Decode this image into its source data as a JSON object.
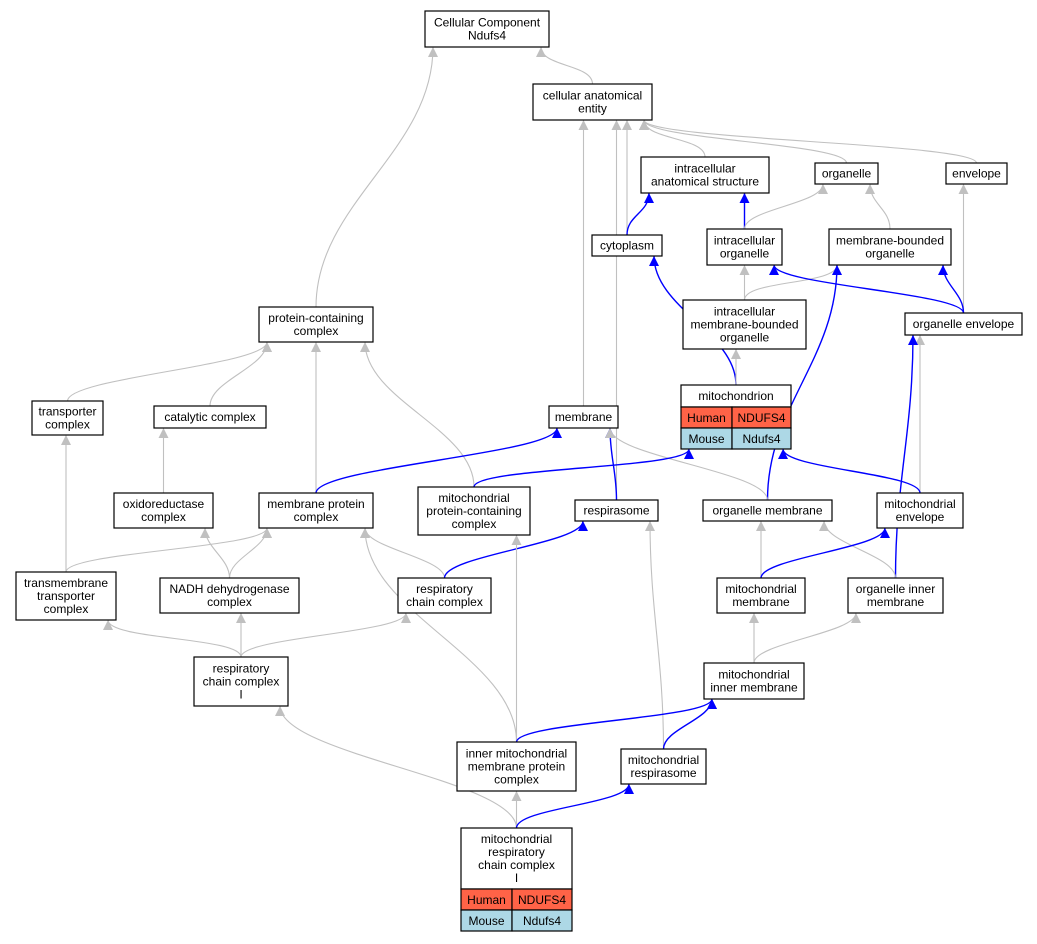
{
  "title": "Cellular Component Ndufs4",
  "colors": {
    "gray_edge": "#c0c0c0",
    "blue_edge": "#0000ff",
    "human": "#ff6347",
    "mouse": "#add8e6"
  },
  "nodes": {
    "root": [
      "Cellular Component",
      "Ndufs4"
    ],
    "cae": [
      "cellular anatomical",
      "entity"
    ],
    "ias": [
      "intracellular",
      "anatomical structure"
    ],
    "organelle": [
      "organelle"
    ],
    "envelope": [
      "envelope"
    ],
    "cytoplasm": [
      "cytoplasm"
    ],
    "ico": [
      "intracellular",
      "organelle"
    ],
    "mbo": [
      "membrane-bounded",
      "organelle"
    ],
    "imbo": [
      "intracellular",
      "membrane-bounded",
      "organelle"
    ],
    "oenv": [
      "organelle envelope"
    ],
    "pcc": [
      "protein-containing",
      "complex"
    ],
    "transporter": [
      "transporter",
      "complex"
    ],
    "catalytic": [
      "catalytic complex"
    ],
    "membrane": [
      "membrane"
    ],
    "mito": [
      "mitochondrion"
    ],
    "oxidored": [
      "oxidoreductase",
      "complex"
    ],
    "mpc": [
      "membrane protein",
      "complex"
    ],
    "mpcc": [
      "mitochondrial",
      "protein-containing",
      "complex"
    ],
    "respirasome": [
      "respirasome"
    ],
    "omem": [
      "organelle membrane"
    ],
    "menv": [
      "mitochondrial",
      "envelope"
    ],
    "tmtc": [
      "transmembrane",
      "transporter",
      "complex"
    ],
    "nadh": [
      "NADH dehydrogenase",
      "complex"
    ],
    "rcc": [
      "respiratory",
      "chain complex"
    ],
    "mmem": [
      "mitochondrial",
      "membrane"
    ],
    "oim": [
      "organelle inner",
      "membrane"
    ],
    "rcc1": [
      "respiratory",
      "chain complex",
      "I"
    ],
    "mim": [
      "mitochondrial",
      "inner membrane"
    ],
    "impc": [
      "inner mitochondrial",
      "membrane protein",
      "complex"
    ],
    "mresp": [
      "mitochondrial",
      "respirasome"
    ],
    "mrcc1": [
      "mitochondrial",
      "respiratory",
      "chain complex",
      "I"
    ]
  },
  "gene_tables": {
    "mito": {
      "rows": [
        {
          "species": "Human",
          "gene": "NDUFS4"
        },
        {
          "species": "Mouse",
          "gene": "Ndufs4"
        }
      ]
    },
    "mrcc1": {
      "rows": [
        {
          "species": "Human",
          "gene": "NDUFS4"
        },
        {
          "species": "Mouse",
          "gene": "Ndufs4"
        }
      ]
    }
  },
  "edges": [
    {
      "from": "cae",
      "to": "root",
      "type": "gray"
    },
    {
      "from": "pcc",
      "to": "root",
      "type": "gray"
    },
    {
      "from": "ias",
      "to": "cae",
      "type": "gray"
    },
    {
      "from": "organelle",
      "to": "cae",
      "type": "gray"
    },
    {
      "from": "envelope",
      "to": "cae",
      "type": "gray"
    },
    {
      "from": "cytoplasm",
      "to": "cae",
      "type": "gray"
    },
    {
      "from": "membrane",
      "to": "cae",
      "type": "gray"
    },
    {
      "from": "respirasome",
      "to": "cae",
      "type": "gray"
    },
    {
      "from": "cytoplasm",
      "to": "ias",
      "type": "blue"
    },
    {
      "from": "ico",
      "to": "ias",
      "type": "blue"
    },
    {
      "from": "ico",
      "to": "organelle",
      "type": "gray"
    },
    {
      "from": "mbo",
      "to": "organelle",
      "type": "gray"
    },
    {
      "from": "oenv",
      "to": "envelope",
      "type": "gray"
    },
    {
      "from": "imbo",
      "to": "ico",
      "type": "gray"
    },
    {
      "from": "imbo",
      "to": "mbo",
      "type": "gray"
    },
    {
      "from": "oenv",
      "to": "ico",
      "type": "blue"
    },
    {
      "from": "oenv",
      "to": "mbo",
      "type": "blue"
    },
    {
      "from": "mito",
      "to": "cytoplasm",
      "type": "blue"
    },
    {
      "from": "mito",
      "to": "imbo",
      "type": "gray"
    },
    {
      "from": "omem",
      "to": "mbo",
      "type": "blue"
    },
    {
      "from": "menv",
      "to": "oenv",
      "type": "gray"
    },
    {
      "from": "oim",
      "to": "oenv",
      "type": "blue"
    },
    {
      "from": "transporter",
      "to": "pcc",
      "type": "gray"
    },
    {
      "from": "catalytic",
      "to": "pcc",
      "type": "gray"
    },
    {
      "from": "mpc",
      "to": "pcc",
      "type": "gray"
    },
    {
      "from": "mpcc",
      "to": "pcc",
      "type": "gray"
    },
    {
      "from": "oxidored",
      "to": "catalytic",
      "type": "gray"
    },
    {
      "from": "mpc",
      "to": "membrane",
      "type": "blue"
    },
    {
      "from": "respirasome",
      "to": "membrane",
      "type": "blue"
    },
    {
      "from": "omem",
      "to": "membrane",
      "type": "gray"
    },
    {
      "from": "mpcc",
      "to": "mito",
      "type": "blue"
    },
    {
      "from": "menv",
      "to": "mito",
      "type": "blue"
    },
    {
      "from": "tmtc",
      "to": "transporter",
      "type": "gray"
    },
    {
      "from": "tmtc",
      "to": "mpc",
      "type": "gray"
    },
    {
      "from": "nadh",
      "to": "oxidored",
      "type": "gray"
    },
    {
      "from": "nadh",
      "to": "mpc",
      "type": "gray"
    },
    {
      "from": "rcc",
      "to": "mpc",
      "type": "gray"
    },
    {
      "from": "impc",
      "to": "mpc",
      "type": "gray"
    },
    {
      "from": "rcc",
      "to": "respirasome",
      "type": "blue"
    },
    {
      "from": "impc",
      "to": "mpcc",
      "type": "gray"
    },
    {
      "from": "mresp",
      "to": "respirasome",
      "type": "gray"
    },
    {
      "from": "mmem",
      "to": "omem",
      "type": "gray"
    },
    {
      "from": "oim",
      "to": "omem",
      "type": "gray"
    },
    {
      "from": "mmem",
      "to": "menv",
      "type": "blue"
    },
    {
      "from": "rcc1",
      "to": "tmtc",
      "type": "gray"
    },
    {
      "from": "rcc1",
      "to": "nadh",
      "type": "gray"
    },
    {
      "from": "rcc1",
      "to": "rcc",
      "type": "gray"
    },
    {
      "from": "mim",
      "to": "mmem",
      "type": "gray"
    },
    {
      "from": "mim",
      "to": "oim",
      "type": "gray"
    },
    {
      "from": "impc",
      "to": "mim",
      "type": "blue"
    },
    {
      "from": "mresp",
      "to": "mim",
      "type": "blue"
    },
    {
      "from": "mrcc1",
      "to": "rcc1",
      "type": "gray"
    },
    {
      "from": "mrcc1",
      "to": "impc",
      "type": "gray"
    },
    {
      "from": "mrcc1",
      "to": "mresp",
      "type": "blue"
    }
  ]
}
